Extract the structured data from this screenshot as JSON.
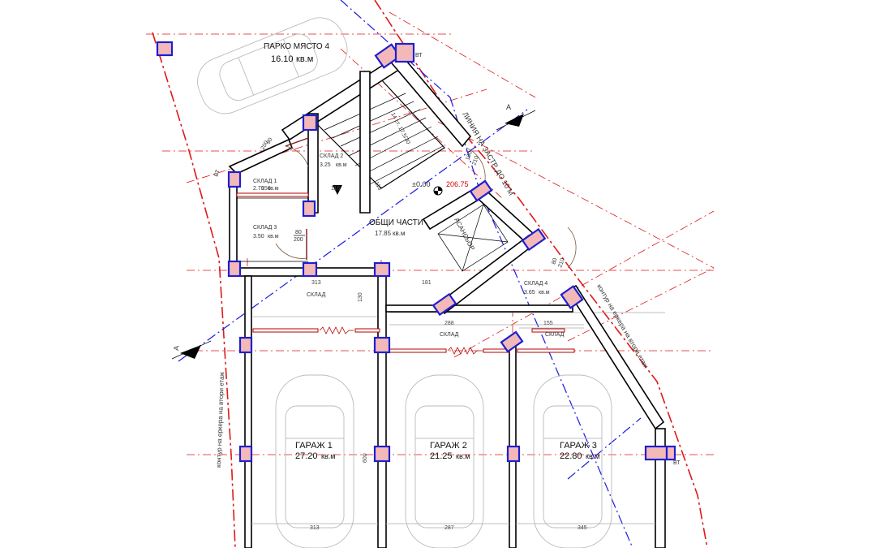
{
  "rooms": {
    "parking4": {
      "name": "ПАРКО МЯСТО 4",
      "area": "16.10",
      "unit": "кв.м"
    },
    "storage1": {
      "name": "СКЛАД 1",
      "area": "2.70",
      "unit": "кв.м"
    },
    "storage2": {
      "name": "СКЛАД 2",
      "area": "3.25",
      "unit": "кв.м"
    },
    "storage3": {
      "name": "СКЛАД 3",
      "area": "3.50",
      "unit": "кв.м"
    },
    "storage4": {
      "name": "СКЛАД 4",
      "area": "3.65",
      "unit": "кв.м"
    },
    "common": {
      "name": "ОБЩИ ЧАСТИ",
      "area": "17.85",
      "unit": "кв.м"
    },
    "elevator": {
      "name": "АСАНСЬОР"
    },
    "garage1": {
      "name": "ГАРАЖ 1",
      "area": "27.20",
      "unit": "кв.м"
    },
    "garage2": {
      "name": "ГАРАЖ 2",
      "area": "21.25",
      "unit": "кв.м"
    },
    "garage3": {
      "name": "ГАРАЖ 3",
      "area": "22.80",
      "unit": "кв.м"
    }
  },
  "storage_labels": {
    "main": "СКЛАД",
    "mid": "СКЛАД",
    "right": "СКЛАД"
  },
  "stairs": {
    "label": "14 ст. 17.5/30"
  },
  "level": {
    "zero": "±0.00",
    "absolute": "206.75"
  },
  "annotations": {
    "build_line": "ЛИНИЯ НА ЗАСТР. ДО 10 М",
    "bay_contour_left": "контур на еркера на втори етаж",
    "bay_contour_right": "контур на еркера на втори етаж",
    "section_mark": "А",
    "vt": "ВТ"
  },
  "doors": {
    "d1": {
      "w": "90",
      "h": "200"
    },
    "d2": {
      "w": "80",
      "h": "200"
    },
    "d3": {
      "w": "100",
      "h": "210"
    },
    "d4": {
      "w": "80",
      "h": "210"
    }
  },
  "dimensions": {
    "d156": "156",
    "d116": "116",
    "d113": "113",
    "d313a": "313",
    "d181": "181",
    "d130": "130",
    "d288": "288",
    "d155": "155",
    "d600": "600",
    "d313b": "313",
    "d287": "287",
    "d345": "345"
  }
}
